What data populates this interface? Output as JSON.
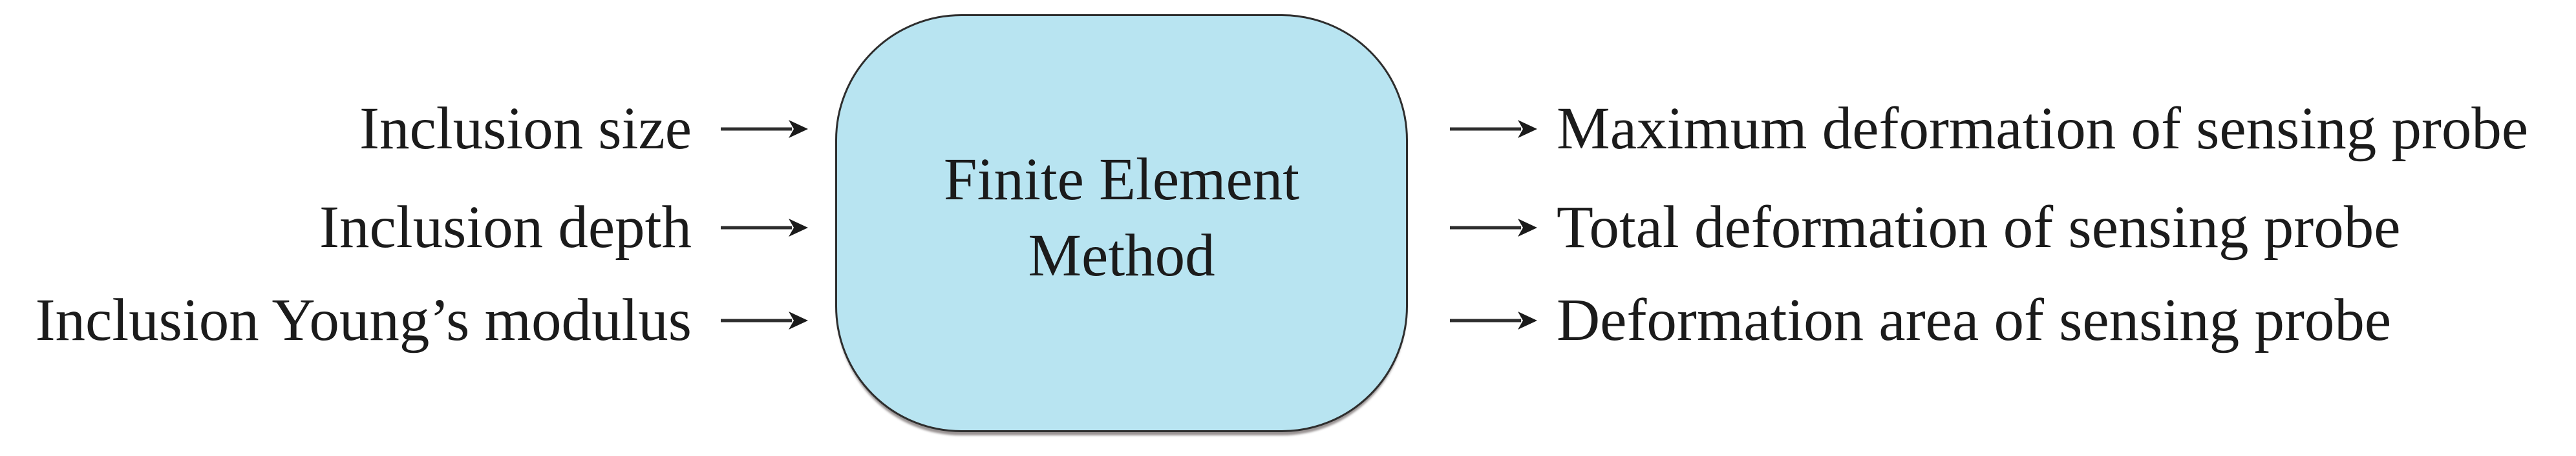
{
  "diagram": {
    "type": "input-process-output",
    "inputs": [
      {
        "label": "Inclusion size"
      },
      {
        "label": "Inclusion depth"
      },
      {
        "label": "Inclusion Young’s modulus"
      }
    ],
    "process_box": {
      "line1": "Finite Element",
      "line2": "Method"
    },
    "outputs": [
      {
        "label": "Maximum deformation of sensing probe"
      },
      {
        "label": "Total deformation of sensing probe"
      },
      {
        "label": "Deformation area of sensing probe"
      }
    ],
    "colors": {
      "background": "#ffffff",
      "box_fill": "#b8e4f1",
      "box_border": "#2e2e2e",
      "text": "#1b1b1b",
      "arrow": "#2e2e2e"
    }
  }
}
